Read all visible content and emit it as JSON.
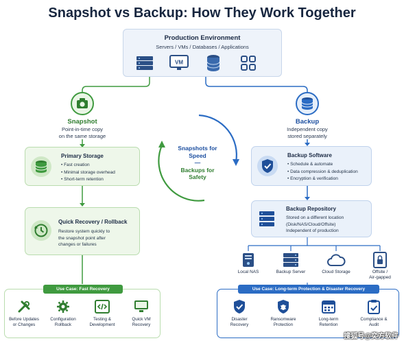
{
  "title": "Snapshot vs Backup: How They Work Together",
  "production": {
    "title": "Production Environment",
    "subtitle": "Servers / VMs / Databases / Applications",
    "icons": [
      "server-rack-icon",
      "vm-monitor-icon",
      "database-icon",
      "applications-grid-icon"
    ]
  },
  "snapshot": {
    "title": "Snapshot",
    "subtitle_line1": "Point-in-time copy",
    "subtitle_line2": "on the same storage",
    "icon": "camera-icon"
  },
  "backup": {
    "title": "Backup",
    "subtitle_line1": "Independent copy",
    "subtitle_line2": "stored separately",
    "icon": "database-icon"
  },
  "primary_storage": {
    "title": "Primary Storage",
    "bullets": [
      "• Fast creation",
      "• Minimal storage overhead",
      "• Short-term retention"
    ],
    "icon": "database-icon"
  },
  "quick_recovery": {
    "title": "Quick Recovery / Rollback",
    "lines": [
      "Restore system quickly to",
      "the snapshot point after",
      "changes or failures"
    ],
    "icon": "history-icon"
  },
  "backup_software": {
    "title": "Backup Software",
    "bullets": [
      "• Schedule & automate",
      "• Data compression & deduplication",
      "• Encryption & verification"
    ],
    "icon": "shield-icon"
  },
  "backup_repository": {
    "title": "Backup Repository",
    "lines": [
      "Stored on a different location",
      "(Disk/NAS/Cloud/Offsite)",
      "Independent of production"
    ],
    "icon": "server-rack-icon"
  },
  "center": {
    "line1": "Snapshots for",
    "line2": "Speed",
    "dash": "—",
    "line3": "Backups for",
    "line4": "Safety"
  },
  "storage_targets": [
    {
      "label": "Local NAS",
      "icon": "nas-icon"
    },
    {
      "label": "Backup Server",
      "icon": "server-icon"
    },
    {
      "label": "Cloud Storage",
      "icon": "cloud-icon"
    },
    {
      "label": "Offsite /\nAir-gapped",
      "icon": "offsite-lock-icon"
    }
  ],
  "usecase_fast": {
    "tag": "Use Case: Fast Recovery",
    "items": [
      {
        "label": "Before Updates\nor Changes",
        "icon": "tools-icon"
      },
      {
        "label": "Configuration\nRollback",
        "icon": "gear-icon"
      },
      {
        "label": "Testing &\nDevelopment",
        "icon": "code-icon"
      },
      {
        "label": "Quick VM\nRecovery",
        "icon": "monitor-icon"
      }
    ]
  },
  "usecase_long": {
    "tag": "Use Case: Long-term Protection & Disaster Recovery",
    "items": [
      {
        "label": "Disaster\nRecovery",
        "icon": "shield-check-icon"
      },
      {
        "label": "Ransomware\nProtection",
        "icon": "shield-bug-icon"
      },
      {
        "label": "Long-term\nRetention",
        "icon": "calendar-icon"
      },
      {
        "label": "Compliance &\nAudit",
        "icon": "clipboard-check-icon"
      }
    ]
  },
  "watermark": "搜狐号@奕方软件",
  "colors": {
    "green": "#3f9a3f",
    "blue": "#2b6cc4",
    "dark": "#17263f"
  }
}
